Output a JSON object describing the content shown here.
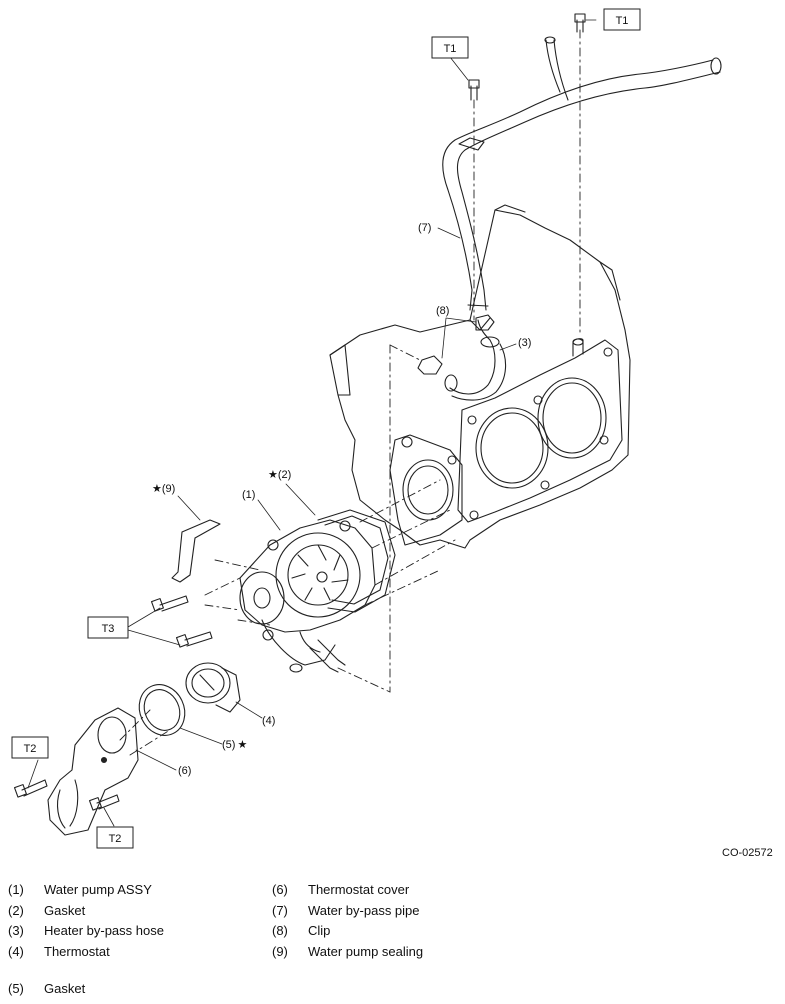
{
  "figure_id": "CO-02572",
  "torque_labels": {
    "t1": "T1",
    "t2": "T2",
    "t3": "T3"
  },
  "callouts": {
    "c1": "(1)",
    "c2": "(2)",
    "c3": "(3)",
    "c4": "(4)",
    "c5": "(5)",
    "c6": "(6)",
    "c7": "(7)",
    "c8": "(8)",
    "c9": "(9)",
    "star": "★"
  },
  "legend": [
    {
      "num": "(1)",
      "text": "Water pump ASSY"
    },
    {
      "num": "(2)",
      "text": "Gasket"
    },
    {
      "num": "(3)",
      "text": "Heater by-pass hose"
    },
    {
      "num": "(4)",
      "text": "Thermostat"
    },
    {
      "num": "(6)",
      "text": "Thermostat cover"
    },
    {
      "num": "(7)",
      "text": "Water by-pass pipe"
    },
    {
      "num": "(8)",
      "text": "Clip"
    },
    {
      "num": "(9)",
      "text": "Water pump sealing"
    },
    {
      "num": "(5)",
      "text": "Gasket"
    }
  ]
}
